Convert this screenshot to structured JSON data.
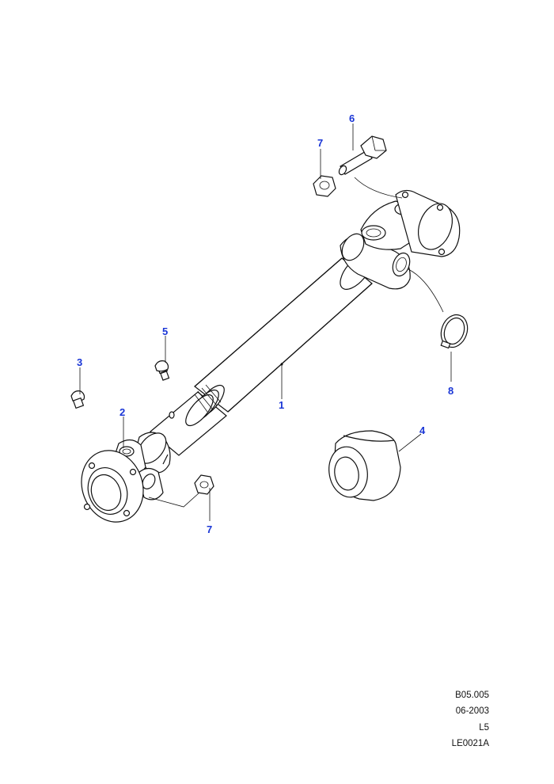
{
  "callouts": {
    "c1": "1",
    "c2": "2",
    "c3": "3",
    "c4": "4",
    "c5": "5",
    "c6": "6",
    "c7_top": "7",
    "c7_bottom": "7",
    "c8": "8"
  },
  "footer": {
    "ref": "B05.005",
    "date": "06-2003",
    "code": "L5",
    "illustration": "LE0021A"
  },
  "colors": {
    "callout": "#1a36d6",
    "line": "#111111",
    "background": "#ffffff"
  }
}
